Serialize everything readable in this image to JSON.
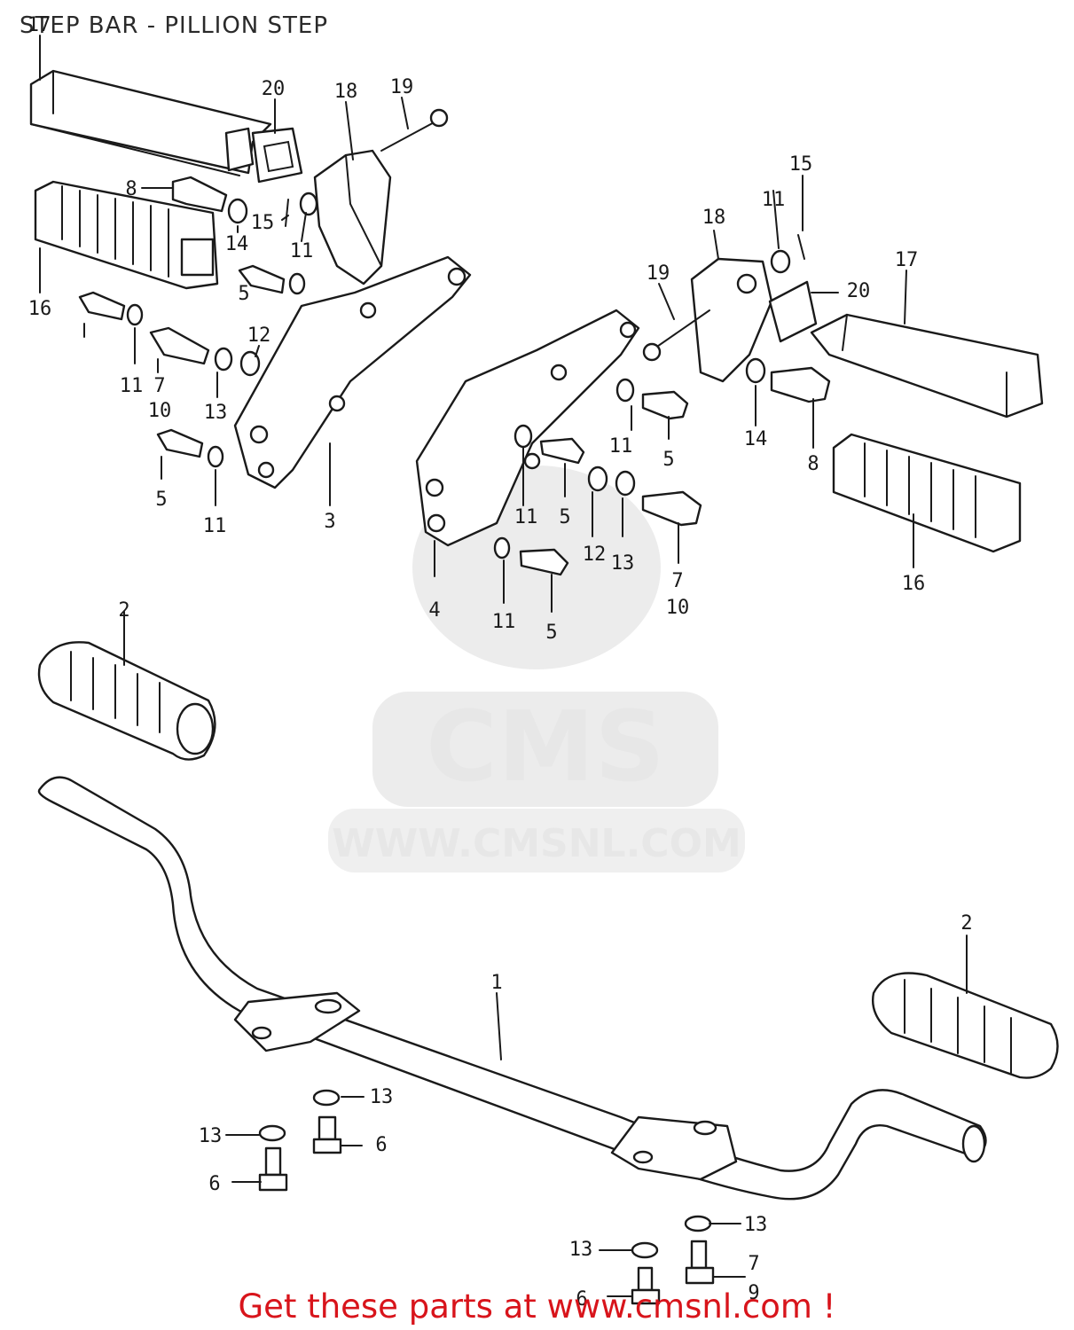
{
  "title": "STEP BAR - PILLION STEP",
  "watermark": {
    "brand": "CMS",
    "url": "WWW.CMSNL.COM"
  },
  "footer": "Get these parts at www.cmsnl.com !",
  "colors": {
    "footer": "#d8141b",
    "line": "#1a1a1a",
    "watermark": "#dcdcdc"
  },
  "callouts": [
    "17",
    "20",
    "18",
    "19",
    "8",
    "15",
    "14",
    "11",
    "16",
    "5",
    "11",
    "7",
    "10",
    "12",
    "13",
    "5",
    "11",
    "3",
    "15",
    "11",
    "18",
    "17",
    "19",
    "20",
    "11",
    "5",
    "14",
    "8",
    "11",
    "5",
    "4",
    "12",
    "13",
    "7",
    "10",
    "11",
    "5",
    "16",
    "2",
    "2",
    "1",
    "13",
    "13",
    "6",
    "6",
    "13",
    "13",
    "7",
    "6",
    "9"
  ]
}
